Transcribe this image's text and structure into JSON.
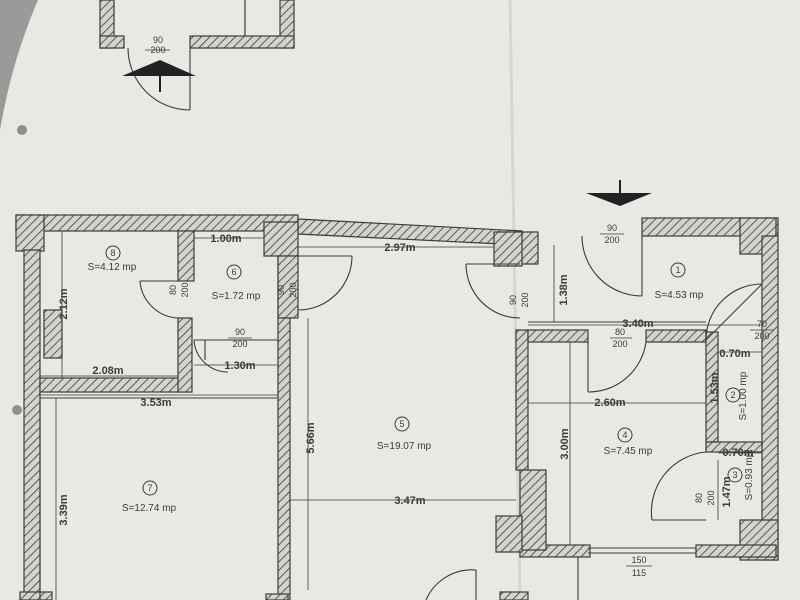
{
  "colors": {
    "paper": "#e9e8e4",
    "paper_shadow": "#dcdbd6",
    "background": "#9a9a98",
    "ink": "#3b3b3b",
    "wall_fill": "#d4d3ce"
  },
  "rooms": [
    {
      "number": "1",
      "area": "S=4.53 mp"
    },
    {
      "number": "2",
      "area": "S=1.00 mp"
    },
    {
      "number": "3",
      "area": "S=0.93 mp"
    },
    {
      "number": "4",
      "area": "S=7.45 mp"
    },
    {
      "number": "5",
      "area": "S=19.07 mp"
    },
    {
      "number": "6",
      "area": "S=1.72 mp"
    },
    {
      "number": "7",
      "area": "S=12.74 mp"
    },
    {
      "number": "8",
      "area": "S=4.12 mp"
    }
  ],
  "dimensions": {
    "d_1_00": "1.00m",
    "d_2_97": "2.97m",
    "d_2_12": "2.12m",
    "d_2_08": "2.08m",
    "d_1_30": "1.30m",
    "d_3_53": "3.53m",
    "d_5_66": "5.66m",
    "d_3_47": "3.47m",
    "d_3_39": "3.39m",
    "d_1_38": "1.38m",
    "d_3_40": "3.40m",
    "d_2_60": "2.60m",
    "d_3_00": "3.00m",
    "d_0_70a": "0.70m",
    "d_1_53": "1.53m",
    "d_0_70b": "0.70m",
    "d_1_47": "1.47m"
  },
  "openings": {
    "top_door": {
      "w": "90",
      "h": "200"
    },
    "entry_door": {
      "w": "90",
      "h": "200"
    },
    "door_8": {
      "w": "80",
      "h": "200"
    },
    "door_6": {
      "w": "90",
      "h": "200"
    },
    "door_6_bottom": {
      "w": "90",
      "h": "200"
    },
    "door_5": {
      "w": "90",
      "h": "200"
    },
    "door_4": {
      "w": "80",
      "h": "200"
    },
    "door_2": {
      "w": "70",
      "h": "200"
    },
    "door_3": {
      "w": "80",
      "h": "200"
    },
    "window_4": {
      "w": "150",
      "h": "115"
    }
  }
}
